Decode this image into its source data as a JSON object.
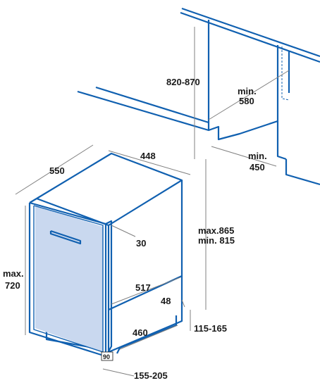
{
  "colors": {
    "outline": "#1060b0",
    "door_fill": "#c9d8ef",
    "dimension_line": "#808080",
    "text": "#1a1a1a"
  },
  "labels": {
    "cabinet_height": "820-870",
    "niche_depth_line1": "min.",
    "niche_depth_value": "580",
    "niche_width_line1": "min.",
    "niche_width_value": "450",
    "depth": "550",
    "width": "448",
    "door_thickness": "30",
    "door_height_line1": "max.",
    "door_height_value": "720",
    "total_height_line1": "max.865",
    "total_height_line2": "min. 815",
    "inner_dim": "517",
    "plinth_offset": "48",
    "lower_depth": "460",
    "plinth_range": "115-165",
    "angle": "90",
    "plinth_depth_range": "155-205"
  }
}
